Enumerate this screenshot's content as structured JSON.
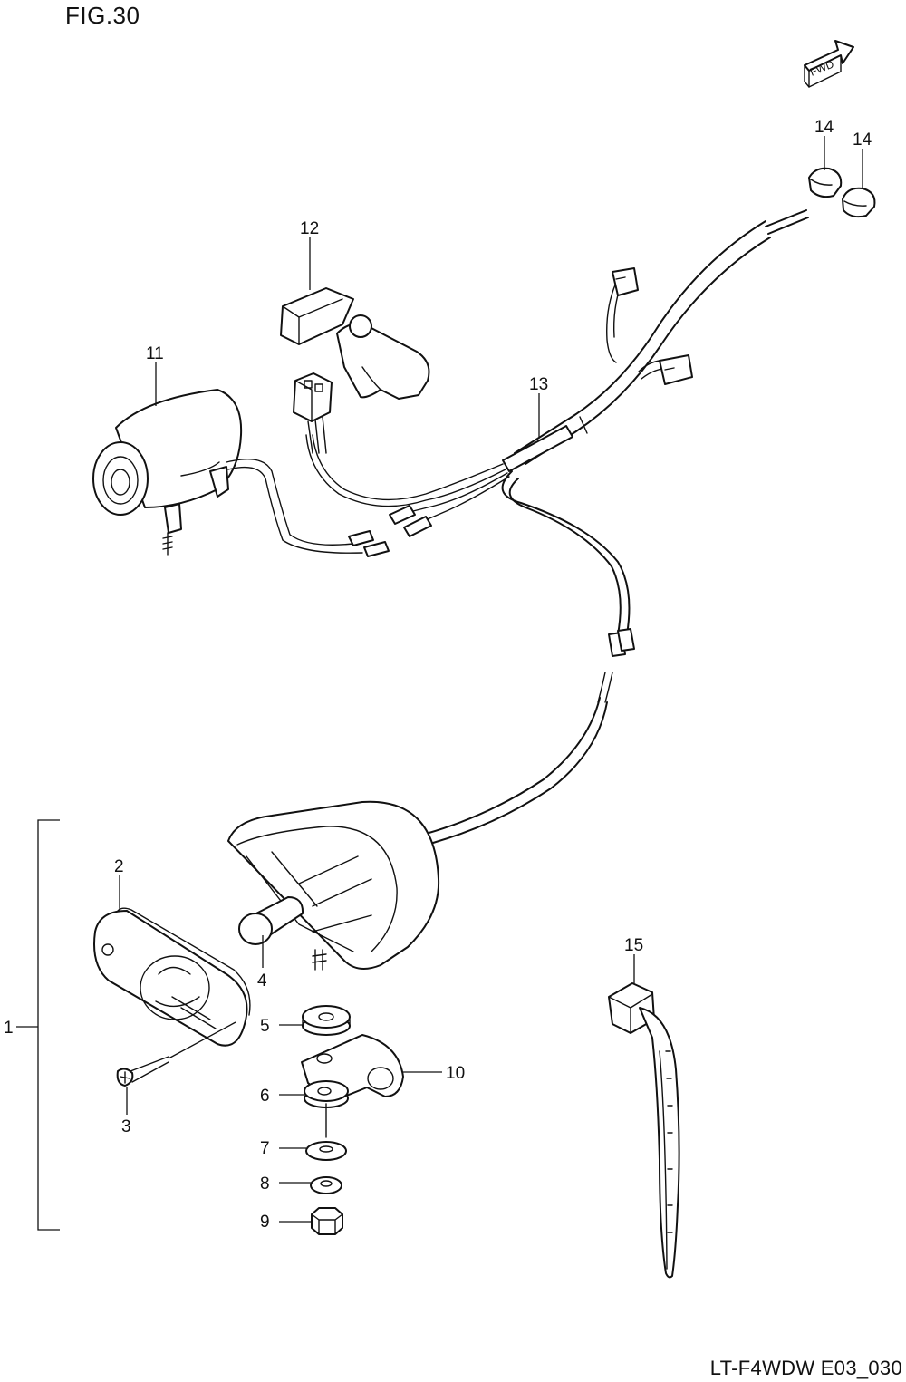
{
  "figure": {
    "title": "FIG.30",
    "code": "LT-F4WDW E03_030"
  },
  "direction": {
    "label": "FWD"
  },
  "callouts": [
    "1",
    "2",
    "3",
    "4",
    "5",
    "6",
    "7",
    "8",
    "9",
    "10",
    "11",
    "12",
    "13",
    "14",
    "14",
    "15"
  ]
}
